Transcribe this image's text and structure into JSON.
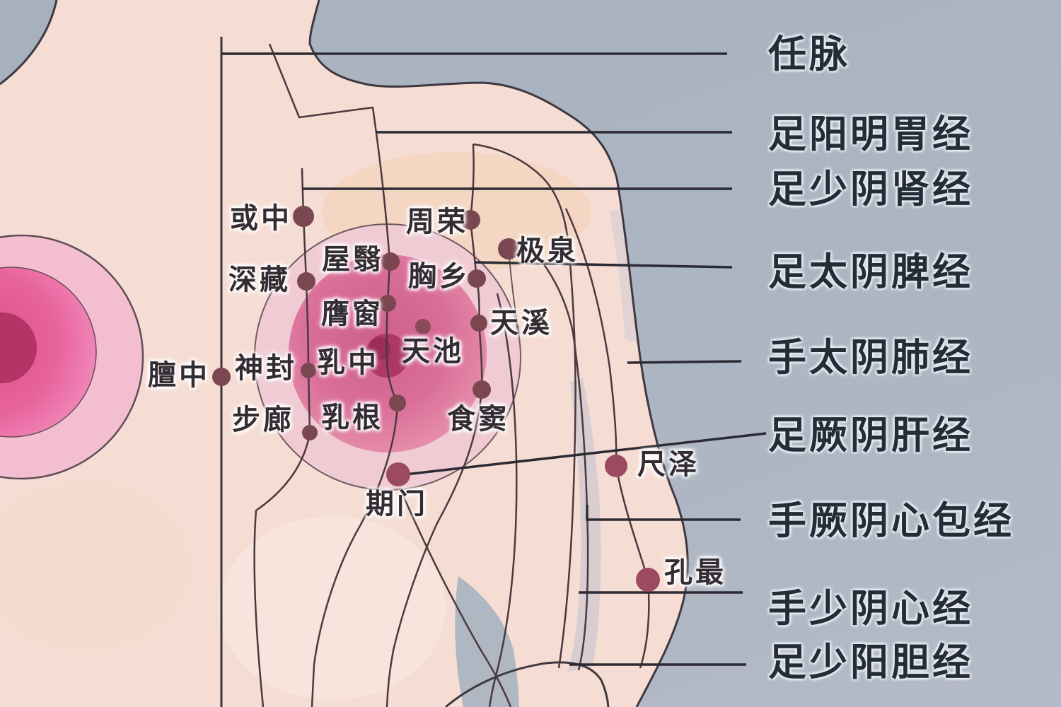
{
  "diagram": {
    "kind": "chest-acupoint-meridian-chart"
  },
  "acupoints": [
    {
      "id": "danzhong",
      "name": "膻中"
    },
    {
      "id": "huozhong",
      "name": "或中"
    },
    {
      "id": "shencang",
      "name": "深藏"
    },
    {
      "id": "shenfeng",
      "name": "神封"
    },
    {
      "id": "bulang",
      "name": "步廊"
    },
    {
      "id": "wuyi",
      "name": "屋翳"
    },
    {
      "id": "yingchuang",
      "name": "膺窗"
    },
    {
      "id": "ruzhong",
      "name": "乳中"
    },
    {
      "id": "rugen",
      "name": "乳根"
    },
    {
      "id": "zhourong",
      "name": "周荣"
    },
    {
      "id": "xiongxiang",
      "name": "胸乡"
    },
    {
      "id": "tianxi",
      "name": "天溪"
    },
    {
      "id": "shidou",
      "name": "食窦"
    },
    {
      "id": "tianchi",
      "name": "天池"
    },
    {
      "id": "jiquan",
      "name": "极泉"
    },
    {
      "id": "qimen",
      "name": "期门"
    },
    {
      "id": "chize",
      "name": "尺泽"
    },
    {
      "id": "kongzui",
      "name": "孔最"
    }
  ],
  "meridians": [
    {
      "id": "renmai",
      "name": "任脉"
    },
    {
      "id": "weijing",
      "name": "足阳明胃经"
    },
    {
      "id": "shenjing",
      "name": "足少阴肾经"
    },
    {
      "id": "pijing",
      "name": "足太阴脾经"
    },
    {
      "id": "feijing",
      "name": "手太阴肺经"
    },
    {
      "id": "ganjing",
      "name": "足厥阴肝经"
    },
    {
      "id": "xinbao",
      "name": "手厥阴心包经"
    },
    {
      "id": "xinjing",
      "name": "手少阴心经"
    },
    {
      "id": "danjing",
      "name": "足少阳胆经"
    }
  ],
  "colors": {
    "background": "#aab3c0",
    "skin": "#f6ddd4",
    "breast_halo": "#f0cbd4",
    "areola": "#d96e98",
    "nipple": "#ad3866",
    "left_breast_ring": "#f3bed0",
    "left_breast_disk": "#e8639c",
    "left_breast_center": "#b53466",
    "dot": "#7a464f",
    "dot_large": "#9b4a60",
    "meridian_line": "#4a3a40",
    "leader_line": "#2c2b33",
    "label_text": "#342c33",
    "legend_text": "#242c38"
  }
}
